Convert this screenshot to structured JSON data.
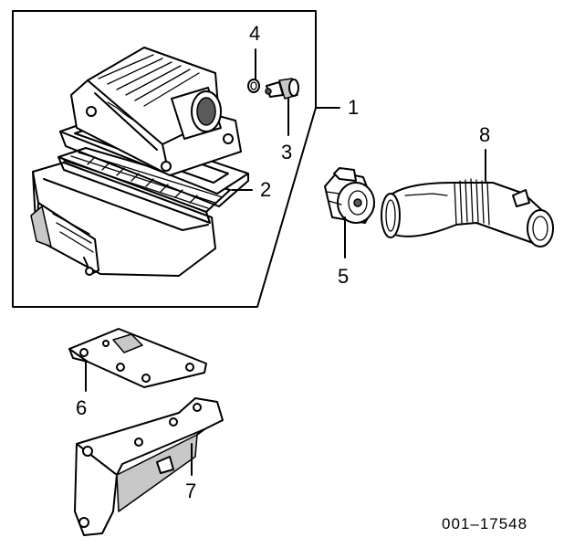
{
  "diagram": {
    "reference_number": "001–17548",
    "parts": [
      {
        "id": "part-1",
        "number": "1"
      },
      {
        "id": "part-2",
        "number": "2"
      },
      {
        "id": "part-3",
        "number": "3"
      },
      {
        "id": "part-4",
        "number": "4"
      },
      {
        "id": "part-5",
        "number": "5"
      },
      {
        "id": "part-6",
        "number": "6"
      },
      {
        "id": "part-7",
        "number": "7"
      },
      {
        "id": "part-8",
        "number": "8"
      }
    ]
  }
}
